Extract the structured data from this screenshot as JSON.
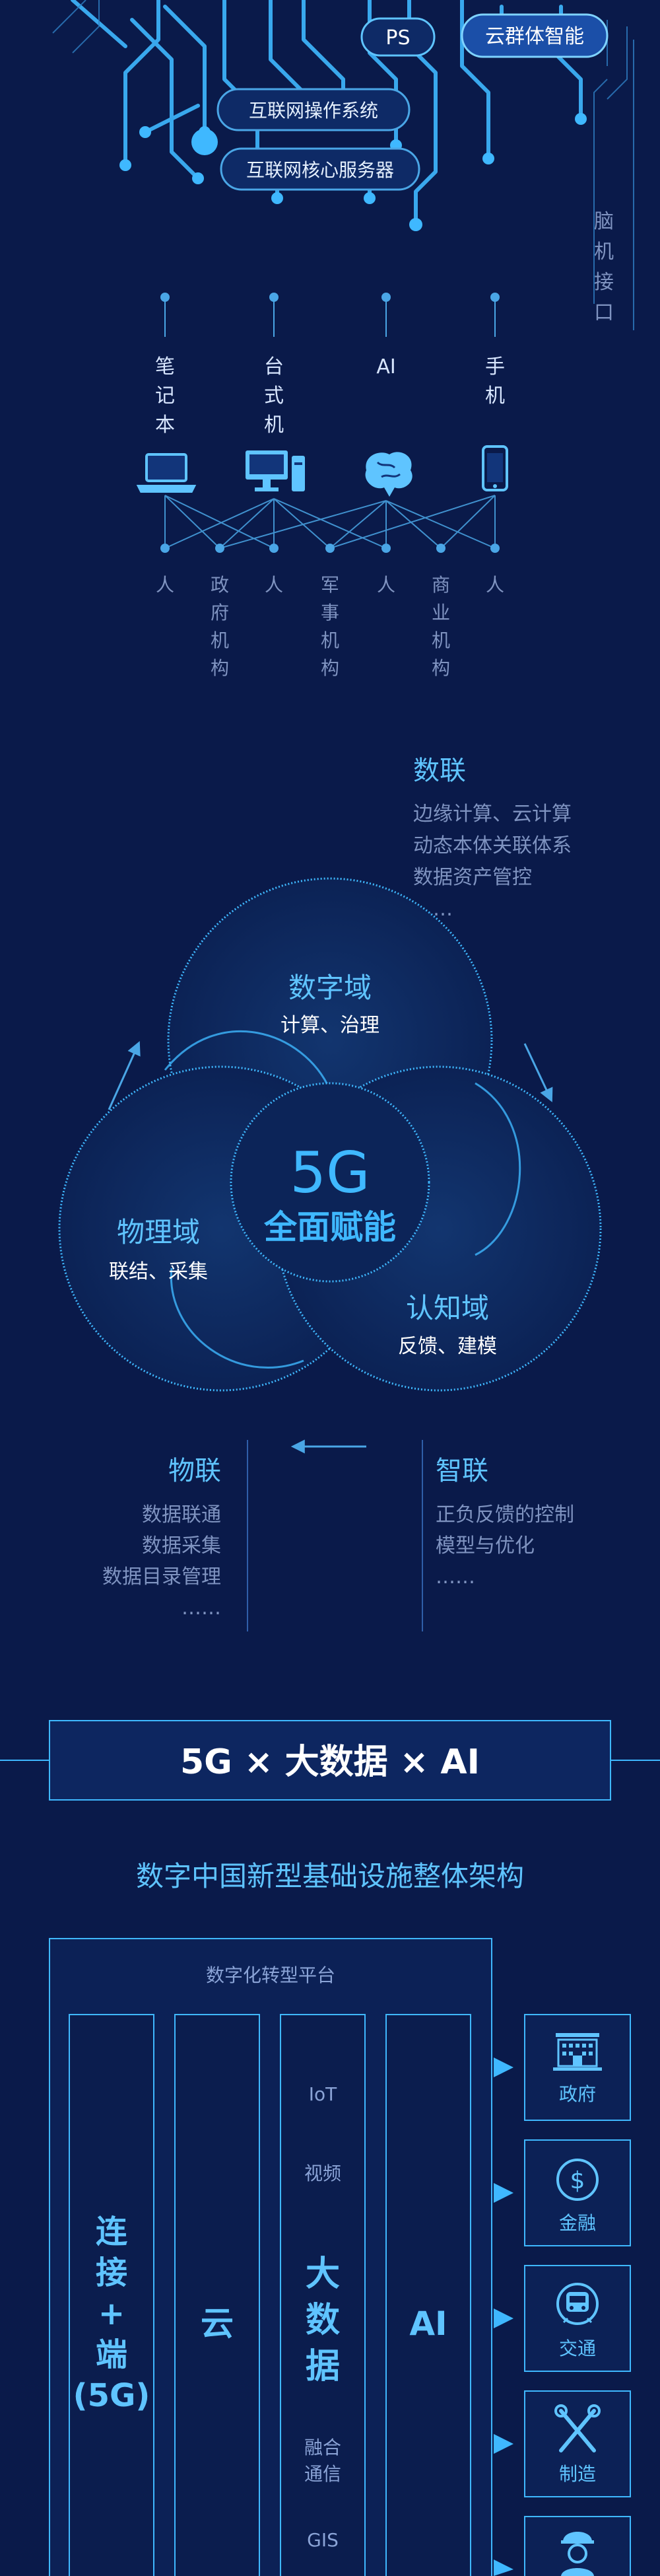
{
  "circuit": {
    "chips": [
      {
        "label": "PS"
      },
      {
        "label": "云群体智能"
      },
      {
        "label": "互联网操作系统"
      },
      {
        "label": "互联网核心服务器"
      }
    ],
    "side_label": "脑机接口"
  },
  "devices": {
    "labels": [
      "笔记本",
      "台式机",
      "AI",
      "手机"
    ],
    "icons": [
      "laptop-icon",
      "desktop-icon",
      "brain-icon",
      "phone-icon"
    ]
  },
  "entities": [
    "人",
    "政府机构",
    "人",
    "军事机构",
    "人",
    "商业机构",
    "人"
  ],
  "domains": {
    "center_big": "5G",
    "center_sub": "全面赋能",
    "digital": {
      "title": "数字域",
      "sub": "计算、治理"
    },
    "physical": {
      "title": "物理域",
      "sub": "联结、采集"
    },
    "cognitive": {
      "title": "认知域",
      "sub": "反馈、建模"
    }
  },
  "annotations": {
    "shulian": {
      "title": "数联",
      "lines": [
        "边缘计算、云计算",
        "动态本体关联体系",
        "数据资产管控",
        "……"
      ]
    },
    "wulian": {
      "title": "物联",
      "lines": [
        "数据联通",
        "数据采集",
        "数据目录管理",
        "……"
      ]
    },
    "zhilian": {
      "title": "智联",
      "lines": [
        "正负反馈的控制",
        "模型与优化",
        "……"
      ]
    }
  },
  "banner": "5G × 大数据 × AI",
  "arch_title": "数字中国新型基础设施整体架构",
  "platform": {
    "title": "数字化转型平台",
    "columns": [
      {
        "label": "连接+端(5G)"
      },
      {
        "label": "云"
      },
      {
        "label": "大数据",
        "tags": [
          "IoT",
          "视频",
          "融合通信",
          "GIS"
        ]
      },
      {
        "label": "AI"
      }
    ]
  },
  "sectors": [
    {
      "label": "政府",
      "icon": "government-icon"
    },
    {
      "label": "金融",
      "icon": "finance-icon"
    },
    {
      "label": "交通",
      "icon": "train-icon"
    },
    {
      "label": "制造",
      "icon": "tools-icon"
    },
    {
      "label": "",
      "icon": "worker-icon"
    }
  ],
  "colors": {
    "background": "#0a1a4a",
    "accent": "#3fb8ff",
    "line": "#4aa6e6",
    "text_dim": "#7f93c0"
  }
}
